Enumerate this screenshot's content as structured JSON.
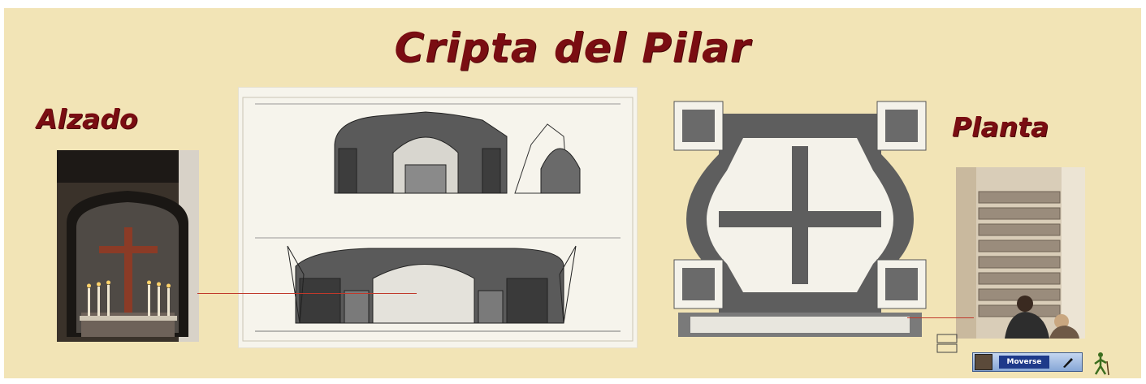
{
  "slide": {
    "title": "Cripta del Pilar",
    "label_left": "Alzado",
    "label_right": "Planta"
  },
  "nav": {
    "button_label": "Moverse"
  },
  "colors": {
    "background": "#f2e4b6",
    "title": "#7a0d12",
    "connector": "#c0392b"
  },
  "icons": [
    "photo-crypt-altar",
    "photo-stairs",
    "elevation-drawing",
    "floor-plan-drawing",
    "avatar-icon",
    "pencil-icon",
    "walker-icon"
  ]
}
